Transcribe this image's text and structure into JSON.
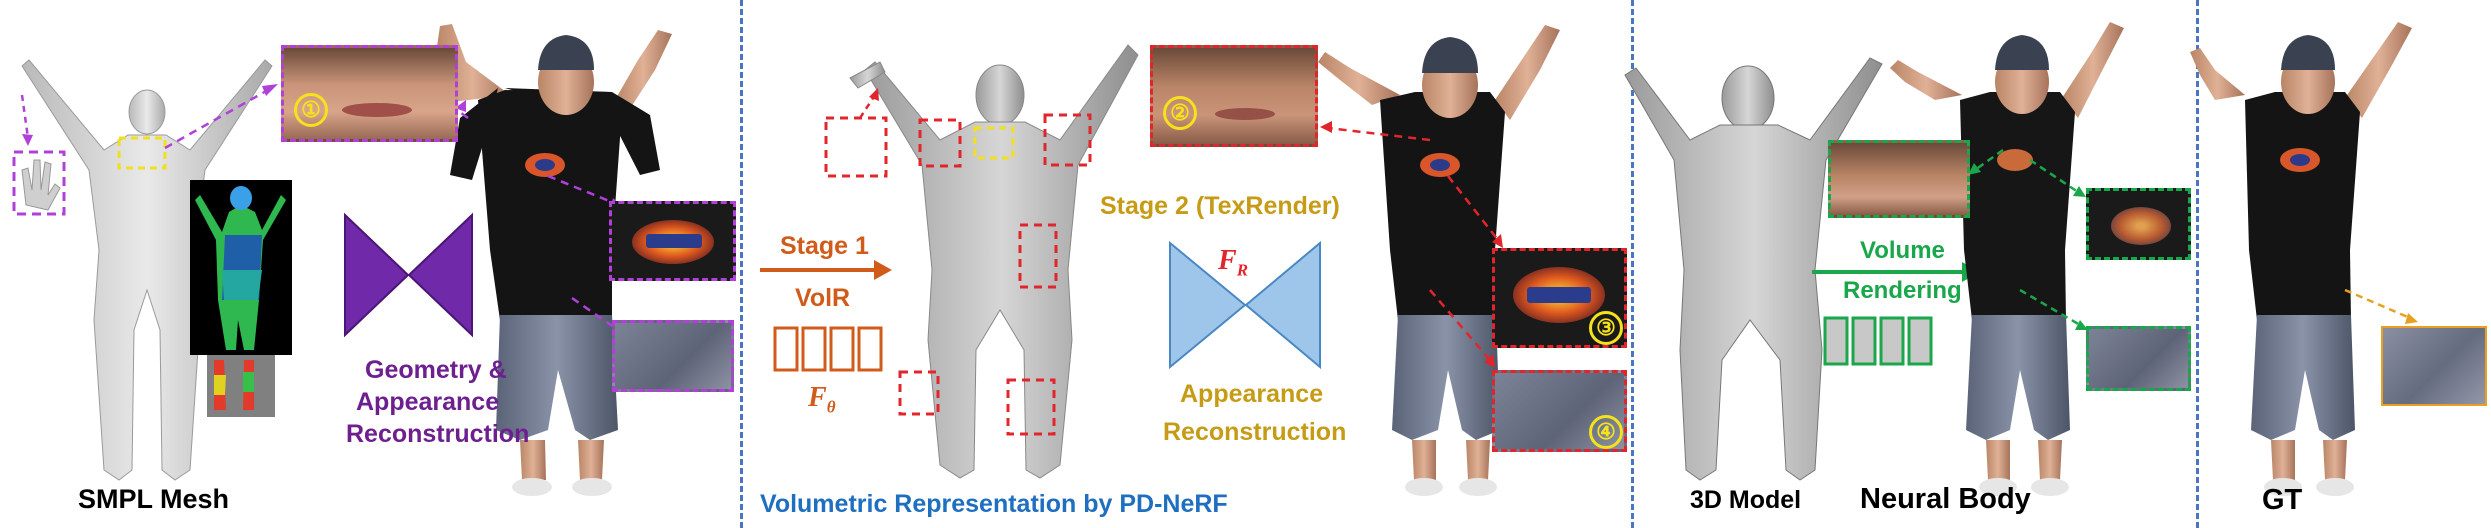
{
  "colors": {
    "purple": "#b040d8",
    "dark_purple": "#6d1f8f",
    "red": "#e0262c",
    "yellow": "#f0e020",
    "orange": "#d15b1a",
    "gold": "#c69b15",
    "green": "#1aa64a",
    "blue_text": "#1f6fc0",
    "divider_blue": "#4a74c4",
    "net_blue": "#9ec6ea"
  },
  "section1": {
    "caption": "SMPL Mesh",
    "label_line1": "Geometry &",
    "label_line2": "Appearance",
    "label_line3": "Reconstruction",
    "badge": "①"
  },
  "section2": {
    "caption": "Volumetric Representation by PD-NeRF",
    "stage1": "Stage 1",
    "volr": "VolR",
    "f_theta_main": "F",
    "f_theta_sub": "θ",
    "stage2": "Stage 2 (TexRender)",
    "f_r_main": "F",
    "f_r_sub": "R",
    "appearance_line1": "Appearance",
    "appearance_line2": "Reconstruction",
    "badge2": "②",
    "badge3": "③",
    "badge4": "④"
  },
  "section3": {
    "caption_model": "3D Model",
    "caption_nb": "Neural Body",
    "volume_line1": "Volume",
    "volume_line2": "Rendering"
  },
  "section4": {
    "caption": "GT"
  }
}
